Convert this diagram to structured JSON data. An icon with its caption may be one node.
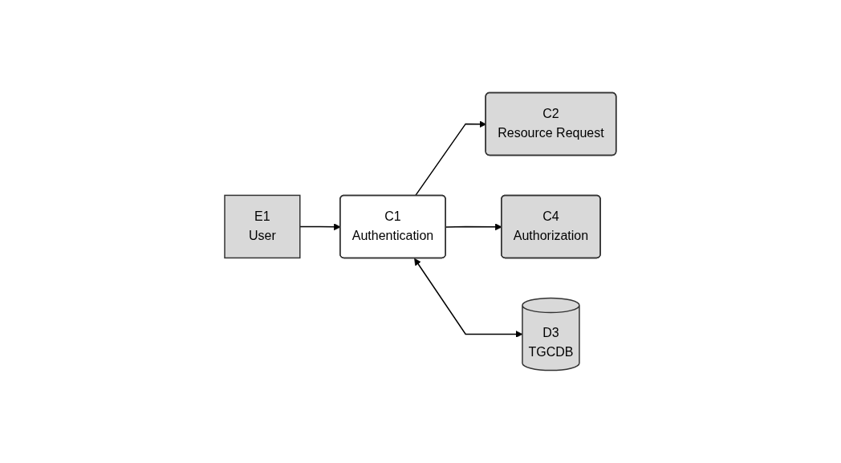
{
  "diagram": {
    "nodes": [
      {
        "text": [
          "E1",
          "User"
        ]
      },
      {
        "text": [
          "C1",
          "Authentication"
        ]
      },
      {
        "text": [
          "C2",
          "Resource Request"
        ]
      },
      {
        "text": [
          "C4",
          "Authorization"
        ]
      },
      {
        "text": [
          "D3",
          "TGCDB"
        ]
      }
    ],
    "edges": [
      {
        "from": 0,
        "to": 1,
        "arrow": "to"
      },
      {
        "from": 1,
        "to": 2,
        "arrow": "to"
      },
      {
        "from": 1,
        "to": 3,
        "arrow": "to"
      },
      {
        "from": 1,
        "to": 4,
        "arrow": "both"
      }
    ]
  }
}
